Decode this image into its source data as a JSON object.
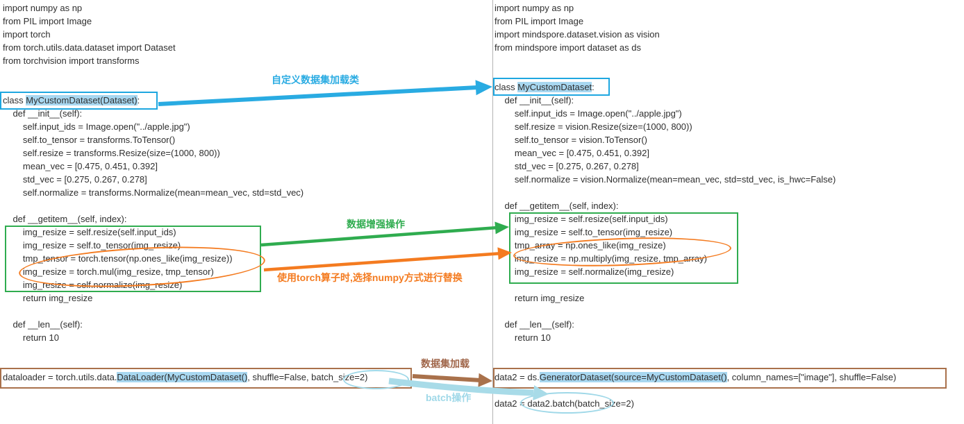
{
  "annotations": {
    "custom_dataset_label": "自定义数据集加载类",
    "augment_label": "数据增强操作",
    "torch_replace_label": "使用torch算子时,选择numpy方式进行替换",
    "dataset_load_label": "数据集加载",
    "batch_label": "batch操作"
  },
  "colors": {
    "accent_blue": "#29abe2",
    "accent_green": "#2fac4f",
    "accent_orange": "#f47b20",
    "accent_brown": "#a9714b",
    "accent_pale_blue": "#a8dbe8",
    "code_highlight": "#a8d7f0",
    "code_text": "#2e2e2e",
    "divider_gray": "#b3b3b3"
  },
  "left_code": {
    "lines": [
      [
        {
          "t": "import numpy as np"
        }
      ],
      [
        {
          "t": "from PIL import Image"
        }
      ],
      [
        {
          "t": "import torch"
        }
      ],
      [
        {
          "t": "from torch.utils.data.dataset import Dataset"
        }
      ],
      [
        {
          "t": "from torchvision import transforms"
        }
      ],
      [],
      [],
      [
        {
          "t": "class "
        },
        {
          "t": "MyCustomDataset(Dataset)",
          "h": true
        },
        {
          "t": ":"
        }
      ],
      [
        {
          "t": "    def __init__(self):"
        }
      ],
      [
        {
          "t": "        self.input_ids = Image.open(\"../apple.jpg\")"
        }
      ],
      [
        {
          "t": "        self.to_tensor = transforms.ToTensor()"
        }
      ],
      [
        {
          "t": "        self.resize = transforms.Resize(size=(1000, 800))"
        }
      ],
      [
        {
          "t": "        mean_vec = [0.475, 0.451, 0.392]"
        }
      ],
      [
        {
          "t": "        std_vec = [0.275, 0.267, 0.278]"
        }
      ],
      [
        {
          "t": "        self.normalize = transforms.Normalize(mean=mean_vec, std=std_vec)"
        }
      ],
      [],
      [
        {
          "t": "    def __getitem__(self, index):"
        }
      ],
      [
        {
          "t": "        img_resize = self.resize(self.input_ids)"
        }
      ],
      [
        {
          "t": "        img_resize = self.to_tensor(img_resize)"
        }
      ],
      [
        {
          "t": "        tmp_tensor = torch.tensor(np.ones_like(img_resize))"
        }
      ],
      [
        {
          "t": "        img_resize = torch.mul(img_resize, tmp_tensor)"
        }
      ],
      [
        {
          "t": "        img_resize = self.normalize(img_resize)"
        }
      ],
      [
        {
          "t": "        return img_resize"
        }
      ],
      [],
      [
        {
          "t": "    def __len__(self):"
        }
      ],
      [
        {
          "t": "        return 10"
        }
      ],
      [],
      [],
      [
        {
          "t": "dataloader = torch.utils.data."
        },
        {
          "t": "DataLoader(MyCustomDataset()",
          "h": true
        },
        {
          "t": ", shuffle=False, batch_size=2)"
        }
      ]
    ]
  },
  "right_code": {
    "lines": [
      [
        {
          "t": "import numpy as np"
        }
      ],
      [
        {
          "t": "from PIL import Image"
        }
      ],
      [
        {
          "t": "import mindspore.dataset.vision as vision"
        }
      ],
      [
        {
          "t": "from mindspore import dataset as ds"
        }
      ],
      [],
      [],
      [
        {
          "t": "class "
        },
        {
          "t": "MyCustomDataset",
          "h": true
        },
        {
          "t": ":"
        }
      ],
      [
        {
          "t": "    def __init__(self):"
        }
      ],
      [
        {
          "t": "        self.input_ids = Image.open(\"../apple.jpg\")"
        }
      ],
      [
        {
          "t": "        self.resize = vision.Resize(size=(1000, 800))"
        }
      ],
      [
        {
          "t": "        self.to_tensor = vision.ToTensor()"
        }
      ],
      [
        {
          "t": "        mean_vec = [0.475, 0.451, 0.392]"
        }
      ],
      [
        {
          "t": "        std_vec = [0.275, 0.267, 0.278]"
        }
      ],
      [
        {
          "t": "        self.normalize = vision.Normalize(mean=mean_vec, std=std_vec, is_hwc=False)"
        }
      ],
      [],
      [
        {
          "t": "    def __getitem__(self, index):"
        }
      ],
      [
        {
          "t": "        img_resize = self.resize(self.input_ids)"
        }
      ],
      [
        {
          "t": "        img_resize = self.to_tensor(img_resize)"
        }
      ],
      [
        {
          "t": "        tmp_array = np.ones_like(img_resize)"
        }
      ],
      [
        {
          "t": "        img_resize = np.multiply(img_resize, tmp_array)"
        }
      ],
      [
        {
          "t": "        img_resize = self.normalize(img_resize)"
        }
      ],
      [],
      [
        {
          "t": "        return img_resize"
        }
      ],
      [],
      [
        {
          "t": "    def __len__(self):"
        }
      ],
      [
        {
          "t": "        return 10"
        }
      ],
      [],
      [],
      [
        {
          "t": "data2 = ds."
        },
        {
          "t": "GeneratorDataset(source=MyCustomDataset()",
          "h": true
        },
        {
          "t": ", column_names=[\"image\"], shuffle=False)"
        }
      ],
      [],
      [
        {
          "t": "data2 = data2.batch(batch_size=2)"
        }
      ]
    ]
  }
}
